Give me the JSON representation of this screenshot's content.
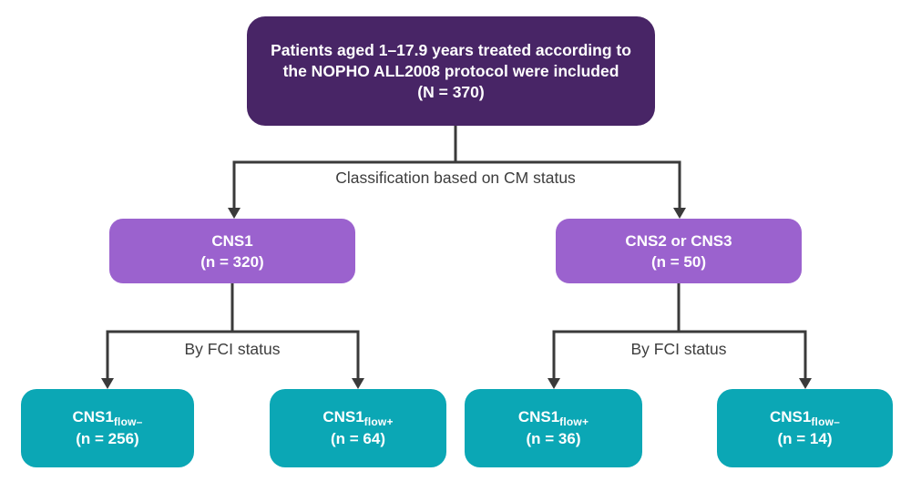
{
  "colors": {
    "dark_purple": "#482566",
    "medium_purple": "#9b62ce",
    "teal": "#0ba7b5",
    "connector_line": "#3a3a3a",
    "label_text": "#3d3d3d",
    "box_text": "#ffffff",
    "background": "#ffffff"
  },
  "root": {
    "lines": [
      "Patients aged 1–17.9 years treated according to",
      "the NOPHO ALL2008 protocol were included",
      "(N = 370)"
    ]
  },
  "level1": {
    "label": "Classification based on CM status",
    "boxes": [
      {
        "title": "CNS1",
        "n": "(n = 320)"
      },
      {
        "title": "CNS2 or CNS3",
        "n": "(n = 50)"
      }
    ]
  },
  "level2": {
    "labels": [
      "By FCI status",
      "By FCI status"
    ],
    "boxes": [
      {
        "base": "CNS1",
        "sub": "flow–",
        "n": "(n = 256)"
      },
      {
        "base": "CNS1",
        "sub": "flow+",
        "n": "(n = 64)"
      },
      {
        "base": "CNS1",
        "sub": "flow+",
        "n": "(n = 36)"
      },
      {
        "base": "CNS1",
        "sub": "flow–",
        "n": "(n = 14)"
      }
    ]
  }
}
